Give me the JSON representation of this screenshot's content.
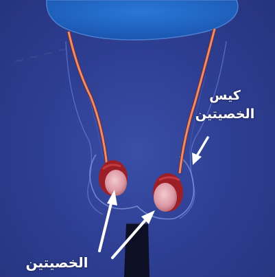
{
  "labels": {
    "scrotum_line1": "كيس",
    "scrotum_line2": "الخصيتين",
    "testes": "الخصيتين"
  },
  "colors": {
    "background": "#2f3f93",
    "abdomen": "#1f63c4",
    "vas_deferens": "#e8866a",
    "testis": "#e6aab4",
    "epididymis": "#a8232c",
    "arrow": "#ffffff",
    "penis": "#0d1024"
  }
}
